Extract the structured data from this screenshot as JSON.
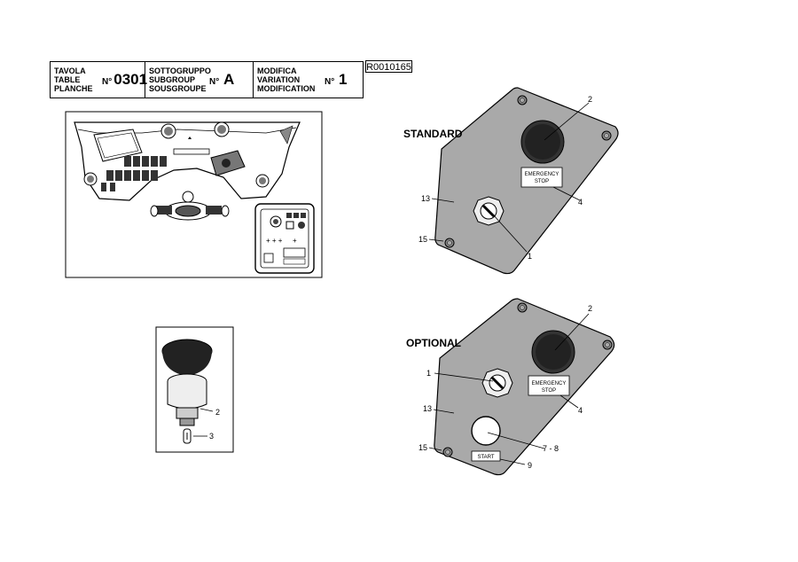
{
  "header": {
    "tavola": {
      "labels": [
        "TAVOLA",
        "TABLE",
        "PLANCHE"
      ],
      "num_prefix": "N°",
      "num": "0301"
    },
    "sottogruppo": {
      "labels": [
        "SOTTOGRUPPO",
        "SUBGROUP",
        "SOUSGROUPE"
      ],
      "num_prefix": "N°",
      "num": "A"
    },
    "modifica": {
      "labels": [
        "MODIFICA",
        "VARIATION",
        "MODIFICATION"
      ],
      "num_prefix": "N°",
      "num": "1"
    },
    "ref": "R0010165"
  },
  "panel_standard": {
    "title": "STANDARD",
    "emergency_label": [
      "EMERGENCY",
      "STOP"
    ],
    "callouts": [
      "2",
      "4",
      "13",
      "15",
      "1"
    ]
  },
  "panel_optional": {
    "title": "OPTIONAL",
    "emergency_label": [
      "EMERGENCY",
      "STOP"
    ],
    "start_label": "START",
    "callouts": [
      "2",
      "1",
      "4",
      "13",
      "7 - 8",
      "15",
      "9"
    ]
  },
  "detail_button": {
    "callouts": [
      "2",
      "3"
    ]
  },
  "colors": {
    "panel_fill": "#a9a9a9",
    "button_dark": "#222222",
    "line": "#000000"
  }
}
